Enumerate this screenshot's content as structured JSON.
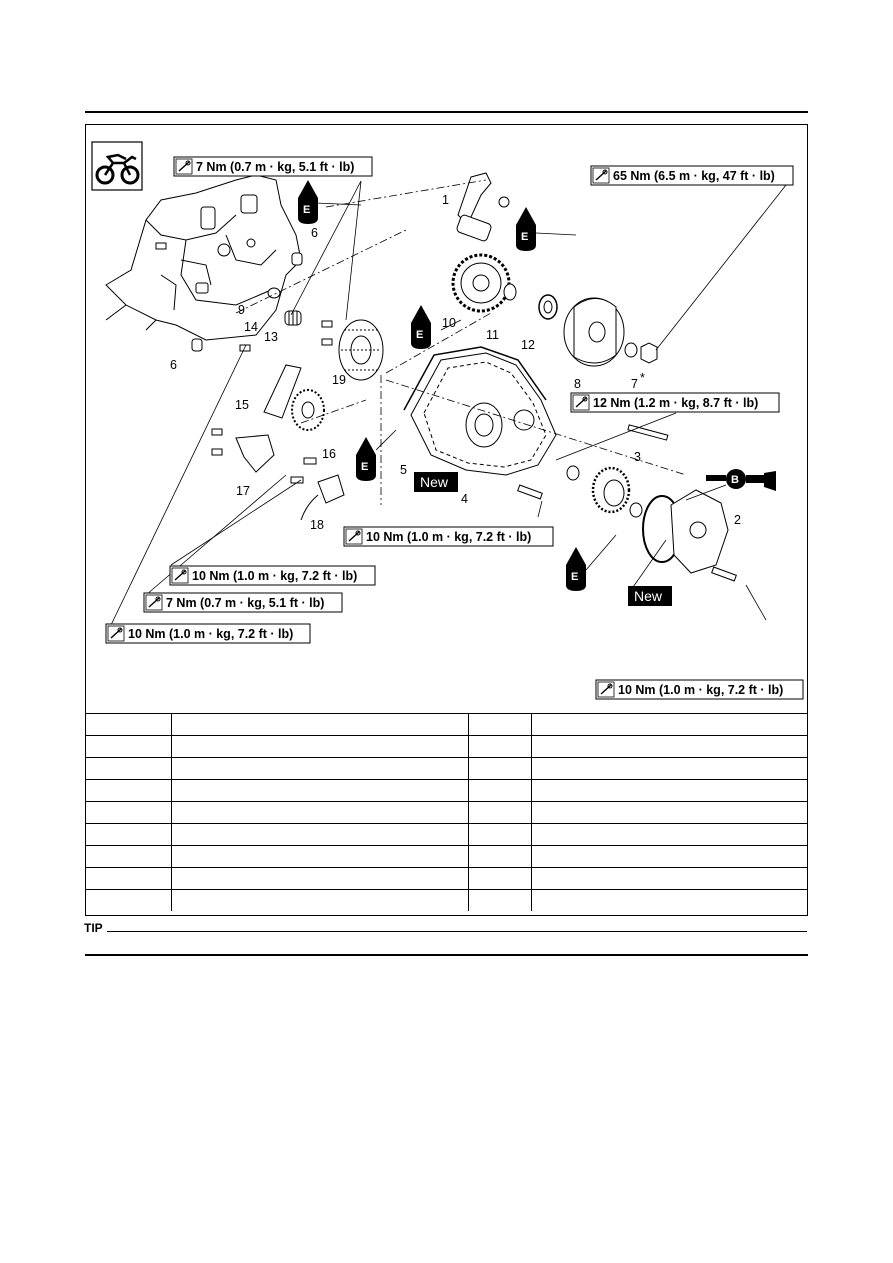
{
  "torque_specs": {
    "t1": "7 Nm (0.7 m · kg, 5.1 ft · lb)",
    "t2": "65 Nm (6.5 m · kg, 47 ft · lb)",
    "t3": "12 Nm (1.2 m · kg, 8.7 ft · lb)",
    "t4": "10 Nm (1.0 m · kg, 7.2 ft · lb)",
    "t5": "10 Nm (1.0 m · kg, 7.2 ft · lb)",
    "t6": "7 Nm (0.7 m · kg, 5.1 ft · lb)",
    "t7": "10 Nm (1.0 m · kg, 7.2 ft · lb)",
    "t8": "10 Nm (1.0 m · kg, 7.2 ft · lb)"
  },
  "new_label": "New",
  "lube_e": "E",
  "lube_b": "B",
  "part_numbers": {
    "p1": "1",
    "p2": "2",
    "p3": "3",
    "p4": "4",
    "p5": "5",
    "p6a": "6",
    "p6b": "6",
    "p7": "7",
    "p7_mark": "*",
    "p8": "8",
    "p9": "9",
    "p10": "10",
    "p11": "11",
    "p12": "12",
    "p13": "13",
    "p14": "14",
    "p15": "15",
    "p16": "16",
    "p17": "17",
    "p18": "18",
    "p19": "19"
  },
  "tip": "TIP",
  "colors": {
    "line": "#000000",
    "fill_dark": "#000000",
    "paper": "#ffffff"
  },
  "icons": [
    "dirt-bike-icon",
    "torque-wrench-icon",
    "engine-oil-icon",
    "grease-gun-icon"
  ]
}
